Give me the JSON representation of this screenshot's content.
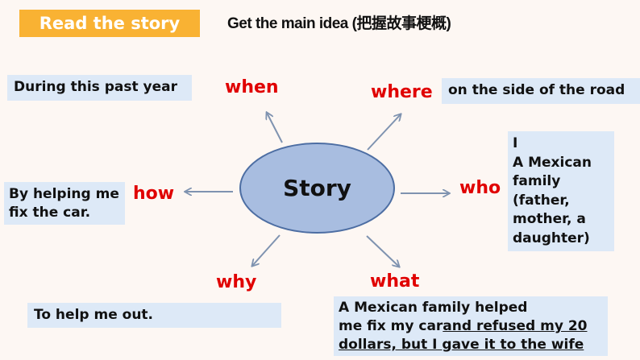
{
  "header": {
    "badge": "Read the story",
    "title": "Get the main idea (把握故事梗概)"
  },
  "center": {
    "label": "Story"
  },
  "keys": {
    "when": "when",
    "where": "where",
    "who": "who",
    "how": "how",
    "why": "why",
    "what": "what"
  },
  "answers": {
    "when": "During this past year",
    "where": "on the side of the road",
    "who_lines": [
      "I",
      "A Mexican",
      "family",
      "(father,",
      "mother, a",
      "daughter)"
    ],
    "how_lines": [
      "By helping me",
      "fix the car."
    ],
    "why": "To help me out.",
    "what_line1": "A Mexican family helped",
    "what_line2_plain": "me fix my car",
    "what_line2_underlined": "and refused my 20",
    "what_line3_underlined": "dollars, but I gave it to the wife"
  },
  "colors": {
    "badge": "#f9b233",
    "key_text": "#e00000",
    "answer_bg": "#dde9f7",
    "oval_fill": "#a8bde0",
    "oval_border": "#4d6ea3",
    "arrow": "#7f93b0"
  }
}
